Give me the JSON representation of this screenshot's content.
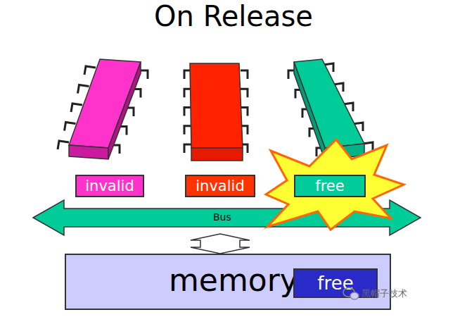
{
  "diagram": {
    "title": "On Release",
    "nodes": [
      {
        "text": [
          "invalid"
        ]
      },
      {
        "text": [
          "invalid"
        ]
      },
      {
        "text": [
          "free"
        ]
      },
      {
        "text": [
          "Bus"
        ]
      },
      {
        "text": [
          "memory"
        ]
      },
      {
        "text": [
          "free"
        ],
        "in": 4
      }
    ],
    "edges": [
      {
        "from": 3,
        "to": 4,
        "arrow": "both"
      }
    ],
    "labels": [
      "黑帽子技术"
    ]
  }
}
